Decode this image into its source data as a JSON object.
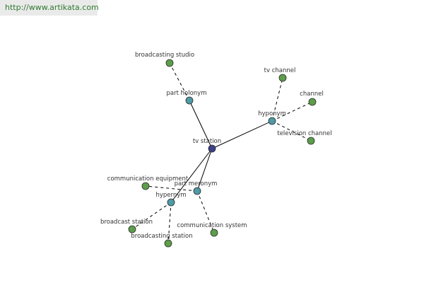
{
  "site": {
    "url": "http://www.artikata.com"
  },
  "colors": {
    "central": "#3d3f8a",
    "relation": "#4e9aa5",
    "word": "#5c9e4a",
    "edge": "#000000",
    "label": "#333333"
  },
  "graph": {
    "nodes": [
      {
        "id": "tv-station",
        "label": "tv station",
        "kind": "central"
      },
      {
        "id": "part-holonym",
        "label": "part holonym",
        "kind": "relation"
      },
      {
        "id": "hyponym",
        "label": "hyponym",
        "kind": "relation"
      },
      {
        "id": "part-meronym",
        "label": "part meronym",
        "kind": "relation"
      },
      {
        "id": "hypernym",
        "label": "hypernym",
        "kind": "relation"
      },
      {
        "id": "broadcasting-studio",
        "label": "broadcasting studio",
        "kind": "word"
      },
      {
        "id": "tv-channel",
        "label": "tv channel",
        "kind": "word"
      },
      {
        "id": "channel",
        "label": "channel",
        "kind": "word"
      },
      {
        "id": "television-channel",
        "label": "television channel",
        "kind": "word"
      },
      {
        "id": "communication-equipment",
        "label": "communication equipment",
        "kind": "word"
      },
      {
        "id": "communication-system",
        "label": "communication system",
        "kind": "word"
      },
      {
        "id": "broadcast-station",
        "label": "broadcast station",
        "kind": "word"
      },
      {
        "id": "broadcasting-station",
        "label": "broadcasting station",
        "kind": "word"
      }
    ],
    "edges": [
      {
        "from": "tv-station",
        "to": "part-holonym",
        "style": "solid"
      },
      {
        "from": "tv-station",
        "to": "hyponym",
        "style": "solid"
      },
      {
        "from": "tv-station",
        "to": "part-meronym",
        "style": "solid"
      },
      {
        "from": "tv-station",
        "to": "hypernym",
        "style": "solid"
      },
      {
        "from": "part-holonym",
        "to": "broadcasting-studio",
        "style": "dashed"
      },
      {
        "from": "hyponym",
        "to": "tv-channel",
        "style": "dashed"
      },
      {
        "from": "hyponym",
        "to": "channel",
        "style": "dashed"
      },
      {
        "from": "hyponym",
        "to": "television-channel",
        "style": "dashed"
      },
      {
        "from": "part-meronym",
        "to": "communication-equipment",
        "style": "dashed"
      },
      {
        "from": "part-meronym",
        "to": "communication-system",
        "style": "dashed"
      },
      {
        "from": "hypernym",
        "to": "broadcast-station",
        "style": "dashed"
      },
      {
        "from": "hypernym",
        "to": "broadcasting-station",
        "style": "dashed"
      }
    ]
  }
}
